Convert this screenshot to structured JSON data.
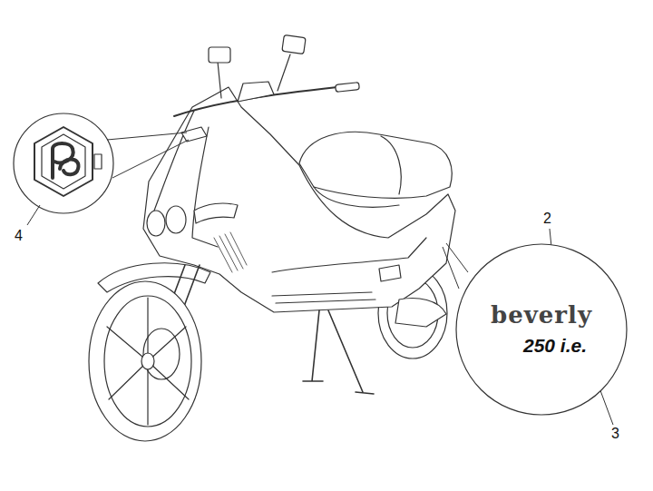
{
  "diagram": {
    "nodes": [
      {
        "text": [
          "beverly",
          "250 i.e."
        ]
      }
    ],
    "labels": [
      "4",
      "2",
      "3"
    ]
  }
}
